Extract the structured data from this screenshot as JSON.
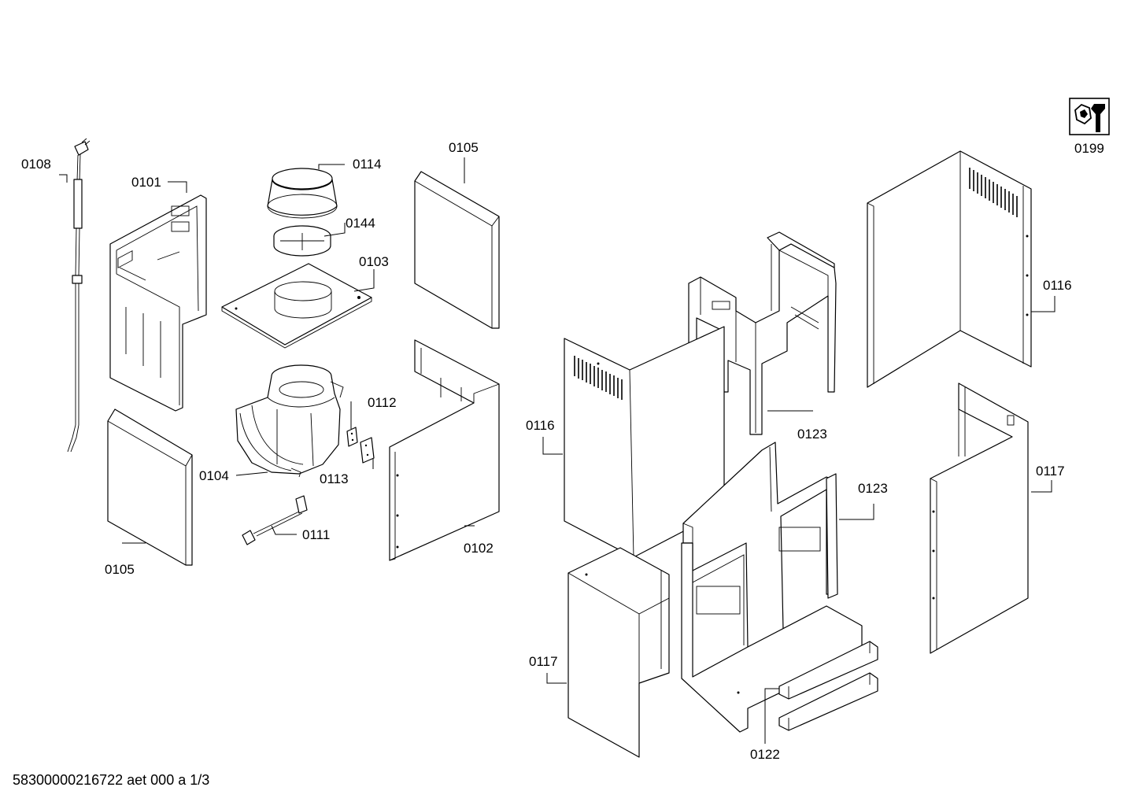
{
  "labels": {
    "p0101": "0101",
    "p0102": "0102",
    "p0103": "0103",
    "p0104": "0104",
    "p0105a": "0105",
    "p0105b": "0105",
    "p0108": "0108",
    "p0111": "0111",
    "p0112": "0112",
    "p0113": "0113",
    "p0114": "0114",
    "p0116a": "0116",
    "p0116b": "0116",
    "p0117a": "0117",
    "p0117b": "0117",
    "p0122": "0122",
    "p0123a": "0123",
    "p0123b": "0123",
    "p0144": "0144",
    "p0199": "0199"
  },
  "document_id": "58300000216722 aet 000 a 1/3",
  "icons": {
    "p0199": "nut-wrench-icon"
  }
}
